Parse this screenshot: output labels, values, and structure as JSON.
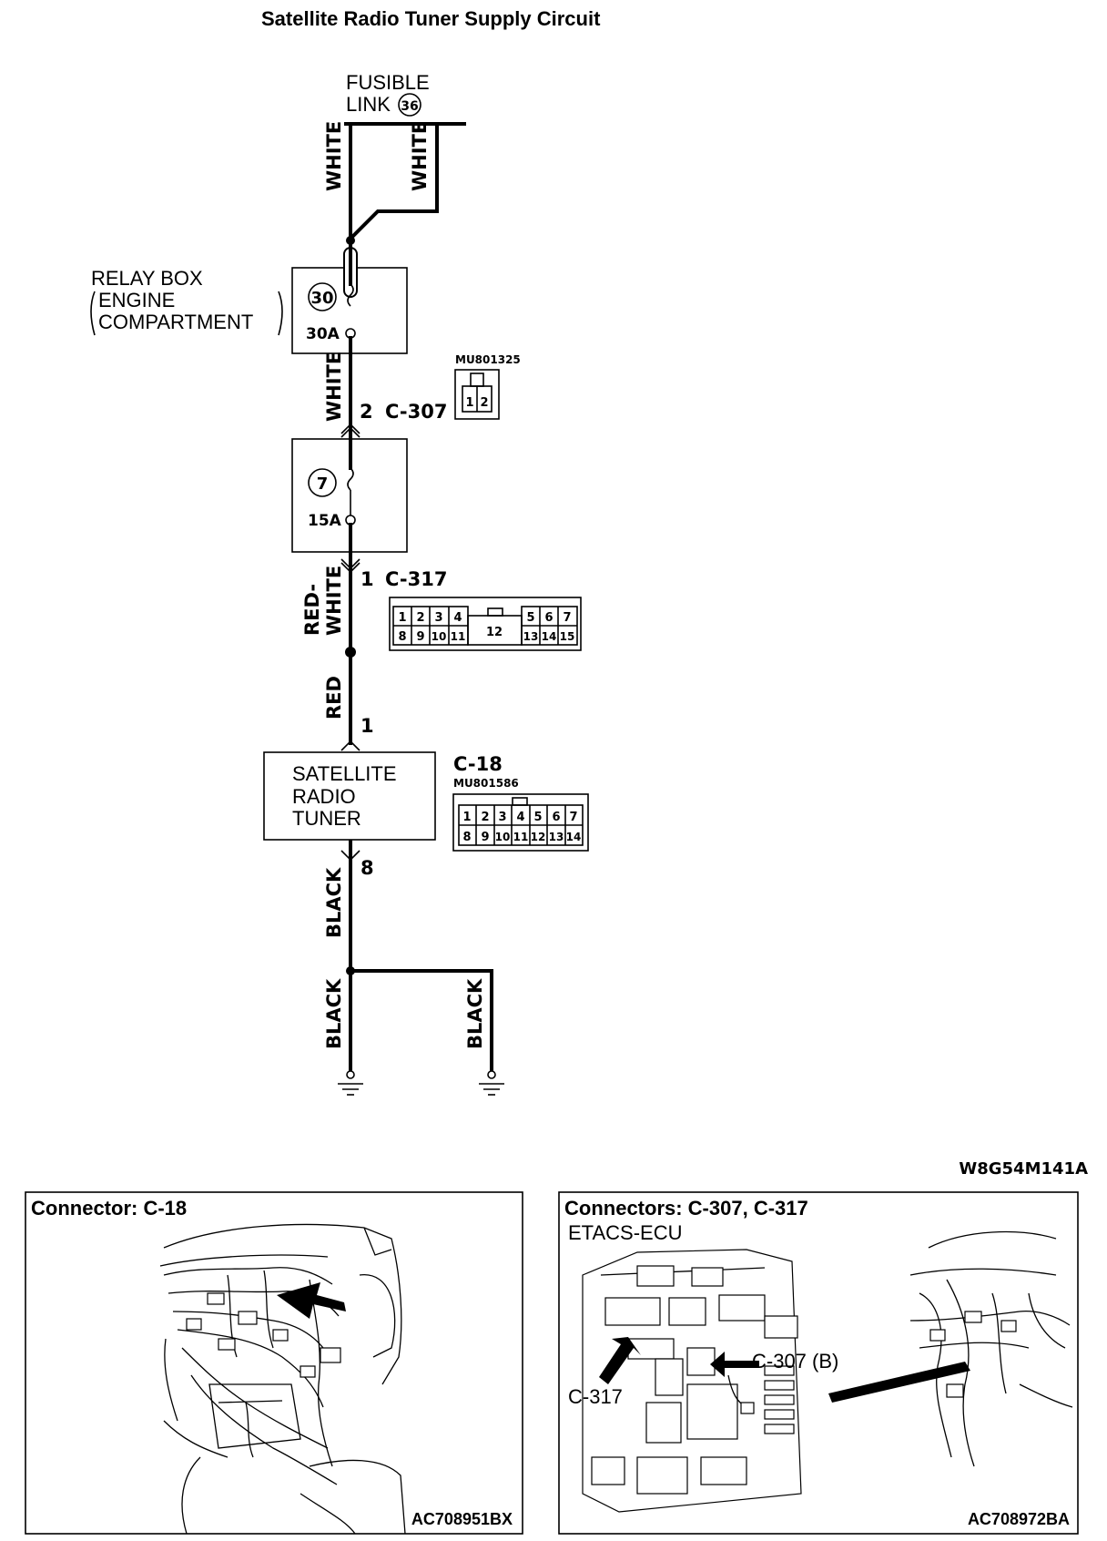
{
  "title": "Satellite Radio Tuner Supply Circuit",
  "fusible_link": {
    "line1": "FUSIBLE",
    "line2": "LINK",
    "number": "36"
  },
  "relay_box": {
    "line1": "RELAY BOX",
    "line2": "ENGINE",
    "line3": "COMPARTMENT",
    "fuse_number": "30",
    "fuse_rating": "30A"
  },
  "fuse_7": {
    "fuse_number": "7",
    "fuse_rating": "15A"
  },
  "wires": {
    "w1": "WHITE",
    "w2": "WHITE",
    "w3": "WHITE",
    "w4": "RED-\nWHITE",
    "w4a": "RED-",
    "w4b": "WHITE",
    "w5": "RED",
    "w6": "BLACK",
    "w7": "BLACK",
    "w8": "BLACK"
  },
  "connectors": {
    "c307": {
      "pin": "2",
      "name": "C-307",
      "part": "MU801325",
      "pins": [
        "1",
        "2"
      ]
    },
    "c317": {
      "pin": "1",
      "name": "C-317",
      "row1": [
        "1",
        "2",
        "3",
        "4",
        "5",
        "6",
        "7"
      ],
      "row2": [
        "8",
        "9",
        "10",
        "11",
        "13",
        "14",
        "15"
      ],
      "center": "12"
    },
    "c18": {
      "pin_in": "1",
      "pin_out": "8",
      "name": "C-18",
      "part": "MU801586",
      "row1": [
        "1",
        "2",
        "3",
        "4",
        "5",
        "6",
        "7"
      ],
      "row2": [
        "8",
        "9",
        "10",
        "11",
        "12",
        "13",
        "14"
      ]
    }
  },
  "tuner": {
    "line1": "SATELLITE",
    "line2": "RADIO",
    "line3": "TUNER"
  },
  "diagram_code": "W8G54M141A",
  "panel_left": {
    "title": "Connector: C-18",
    "code": "AC708951BX"
  },
  "panel_right": {
    "title": "Connectors: C-307, C-317",
    "subtitle": "ETACS-ECU",
    "label_c307": "C-307 (B)",
    "label_c317": "C-317",
    "code": "AC708972BA"
  }
}
